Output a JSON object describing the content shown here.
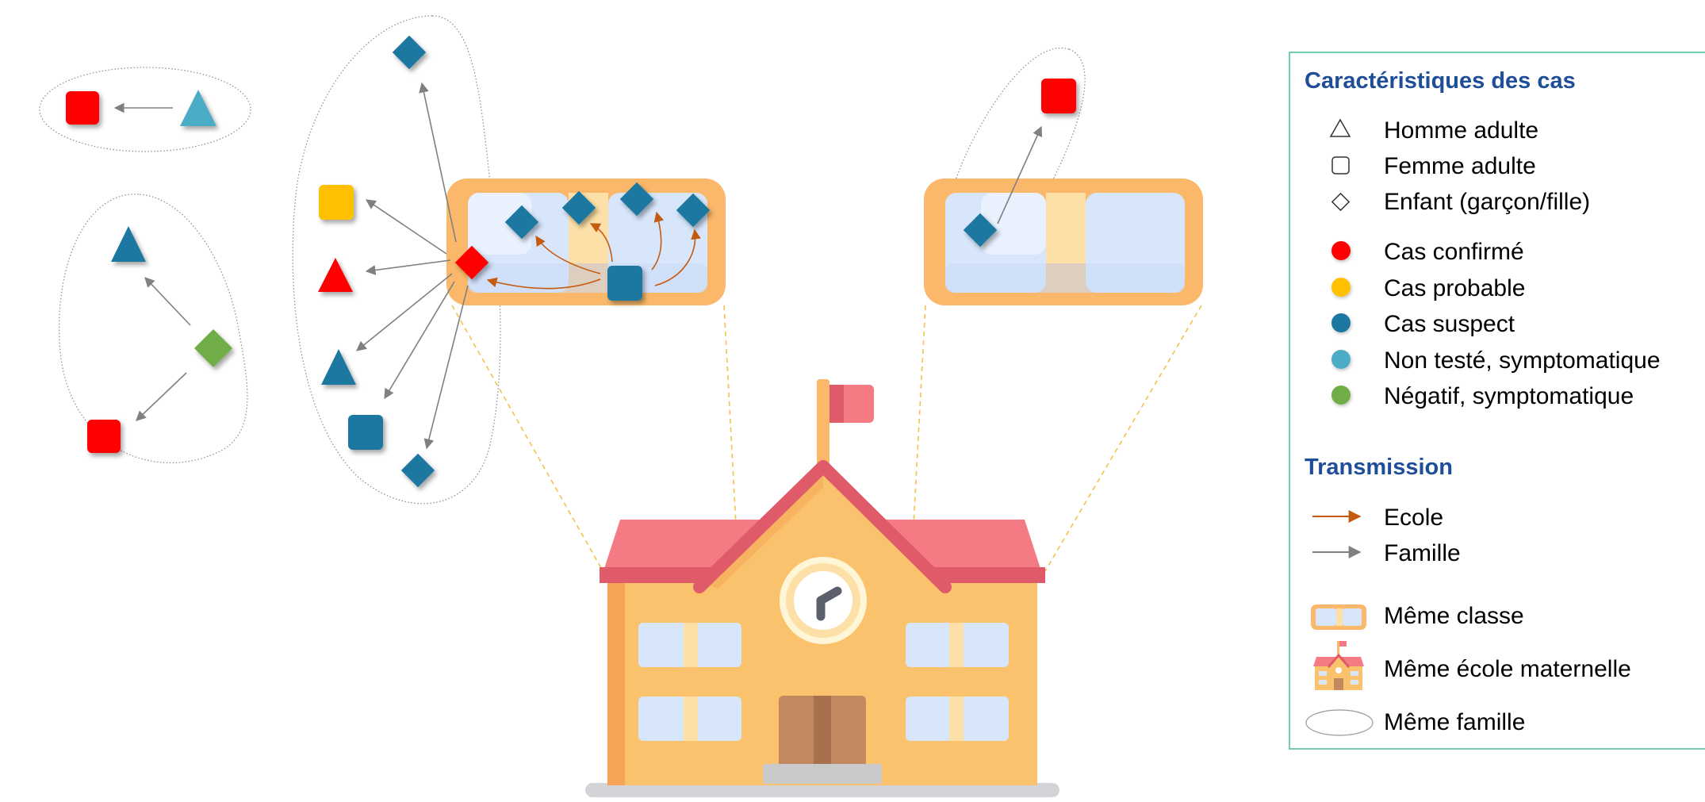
{
  "legend": {
    "characteristics": {
      "title": "Caractéristiques des cas",
      "shapes": [
        {
          "shape": "triangle",
          "label": "Homme adulte"
        },
        {
          "shape": "square",
          "label": "Femme adulte"
        },
        {
          "shape": "diamond",
          "label": "Enfant (garçon/fille)"
        }
      ],
      "statuses": [
        {
          "color": "#ff0000",
          "label": "Cas confirmé"
        },
        {
          "color": "#ffc000",
          "label": "Cas probable"
        },
        {
          "color": "#1f78a0",
          "label": "Cas suspect"
        },
        {
          "color": "#4bacc6",
          "label": "Non testé, symptomatique"
        },
        {
          "color": "#70ad47",
          "label": "Négatif, symptomatique"
        }
      ]
    },
    "transmission": {
      "title": "Transmission",
      "items": [
        {
          "type": "school-arrow",
          "color": "#c55a11",
          "label": "Ecole"
        },
        {
          "type": "family-arrow",
          "color": "#808080",
          "label": "Famille"
        }
      ]
    },
    "groupings": [
      {
        "icon": "classroom-icon",
        "label": "Même classe"
      },
      {
        "icon": "school-icon",
        "label": "Même école maternelle"
      },
      {
        "icon": "family-ellipse-icon",
        "label": "Même famille"
      }
    ]
  },
  "colors": {
    "confirmed": "#ff0000",
    "probable": "#ffc000",
    "suspect": "#1f78a0",
    "untested": "#4bacc6",
    "negative": "#70ad47",
    "school_arrow": "#c55a11",
    "family_arrow": "#808080",
    "legend_title": "#1f4e99",
    "legend_border": "#70d0a8"
  }
}
